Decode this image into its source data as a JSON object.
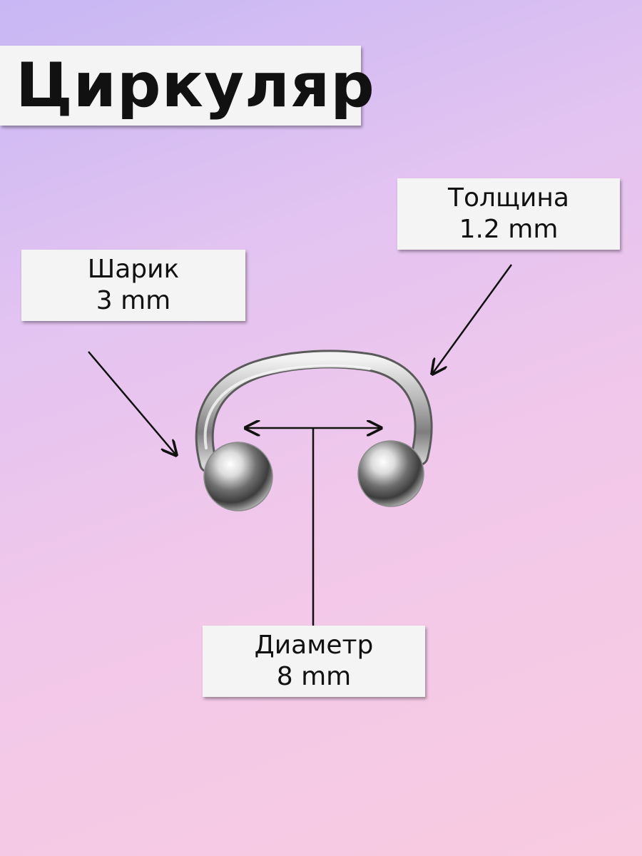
{
  "title": "Циркуляр",
  "labels": {
    "ball": {
      "name": "Шарик",
      "value": "3 mm"
    },
    "thickness": {
      "name": "Толщина",
      "value": "1.2 mm"
    },
    "diameter": {
      "name": "Диаметр",
      "value": "8 mm"
    }
  },
  "colors": {
    "background_top": "#c7b7f4",
    "background_bottom": "#f8cbe0",
    "label_bg": "#f4f4f4",
    "text": "#111111",
    "metal": "#c9c9c9"
  },
  "icons": [
    "horseshoe-ring-illustration",
    "arrow-icon"
  ]
}
